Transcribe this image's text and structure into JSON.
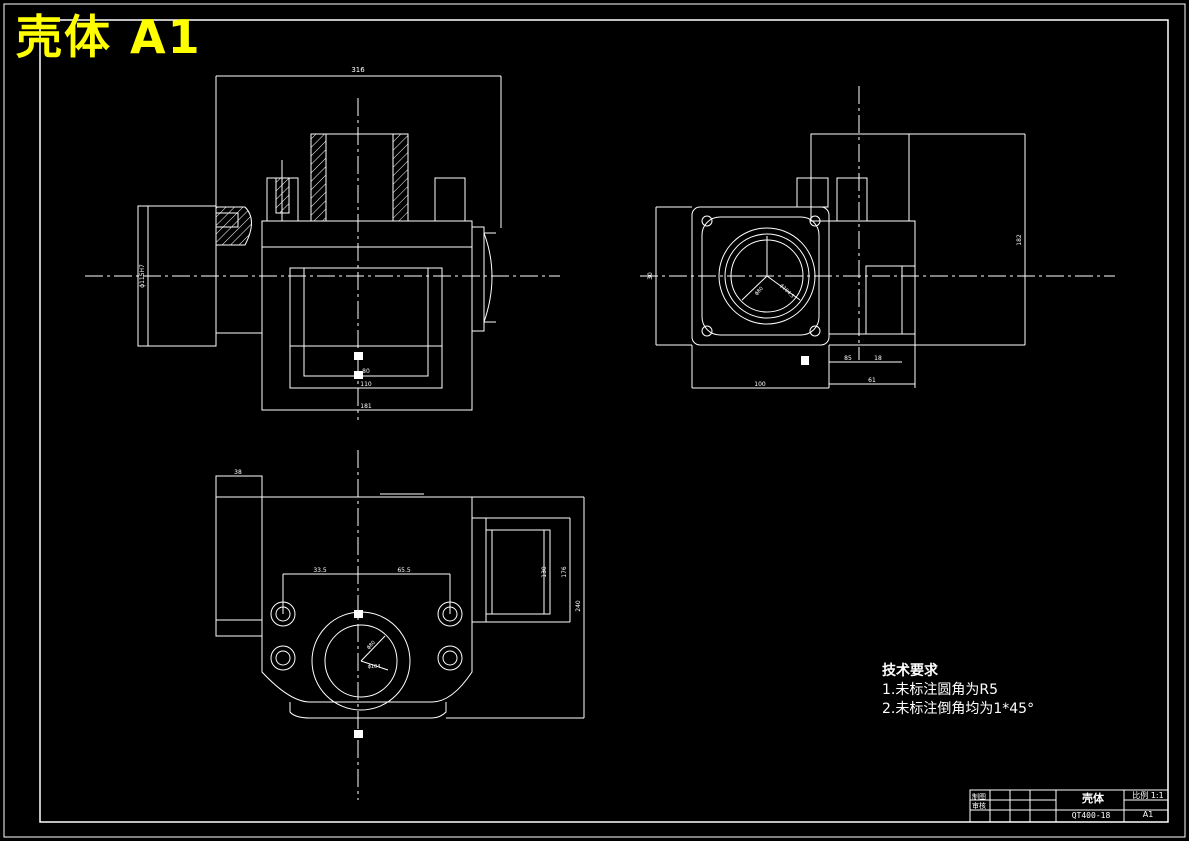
{
  "drawing": {
    "title": "壳体 A1"
  },
  "dimensions": {
    "front_top_width": "316",
    "front_left_height": "ϕ115H7",
    "front_inner_width": "80",
    "front_bore_width": "110",
    "front_total_width": "181",
    "side_height_left": "30",
    "side_height_right": "182",
    "side_width_bottom": "100",
    "side_offset_a": "85",
    "side_offset_b": "18",
    "side_offset_c": "61",
    "side_radius_a": "ϕ80",
    "side_radius_b": "ϕ104.5",
    "top_left_width": "38",
    "top_offset_a": "33.5",
    "top_offset_b": "65.5",
    "top_vert_a": "130",
    "top_vert_b": "176",
    "top_vert_c": "240",
    "top_radius_a": "ϕ80",
    "top_radius_b": "ϕ104"
  },
  "notes": {
    "heading": "技术要求",
    "line1": "1.未标注圆角为R5",
    "line2": "2.未标注倒角均为1*45°"
  },
  "title_block": {
    "part_name": "壳体",
    "scale": "比例 1:1",
    "material": "QT400-18",
    "sheet_size": "A1",
    "row_drawn": "制图",
    "row_checked": "审核"
  },
  "colors": {
    "background": "#000000",
    "lines": "#ffffff",
    "title": "#ffff00"
  }
}
